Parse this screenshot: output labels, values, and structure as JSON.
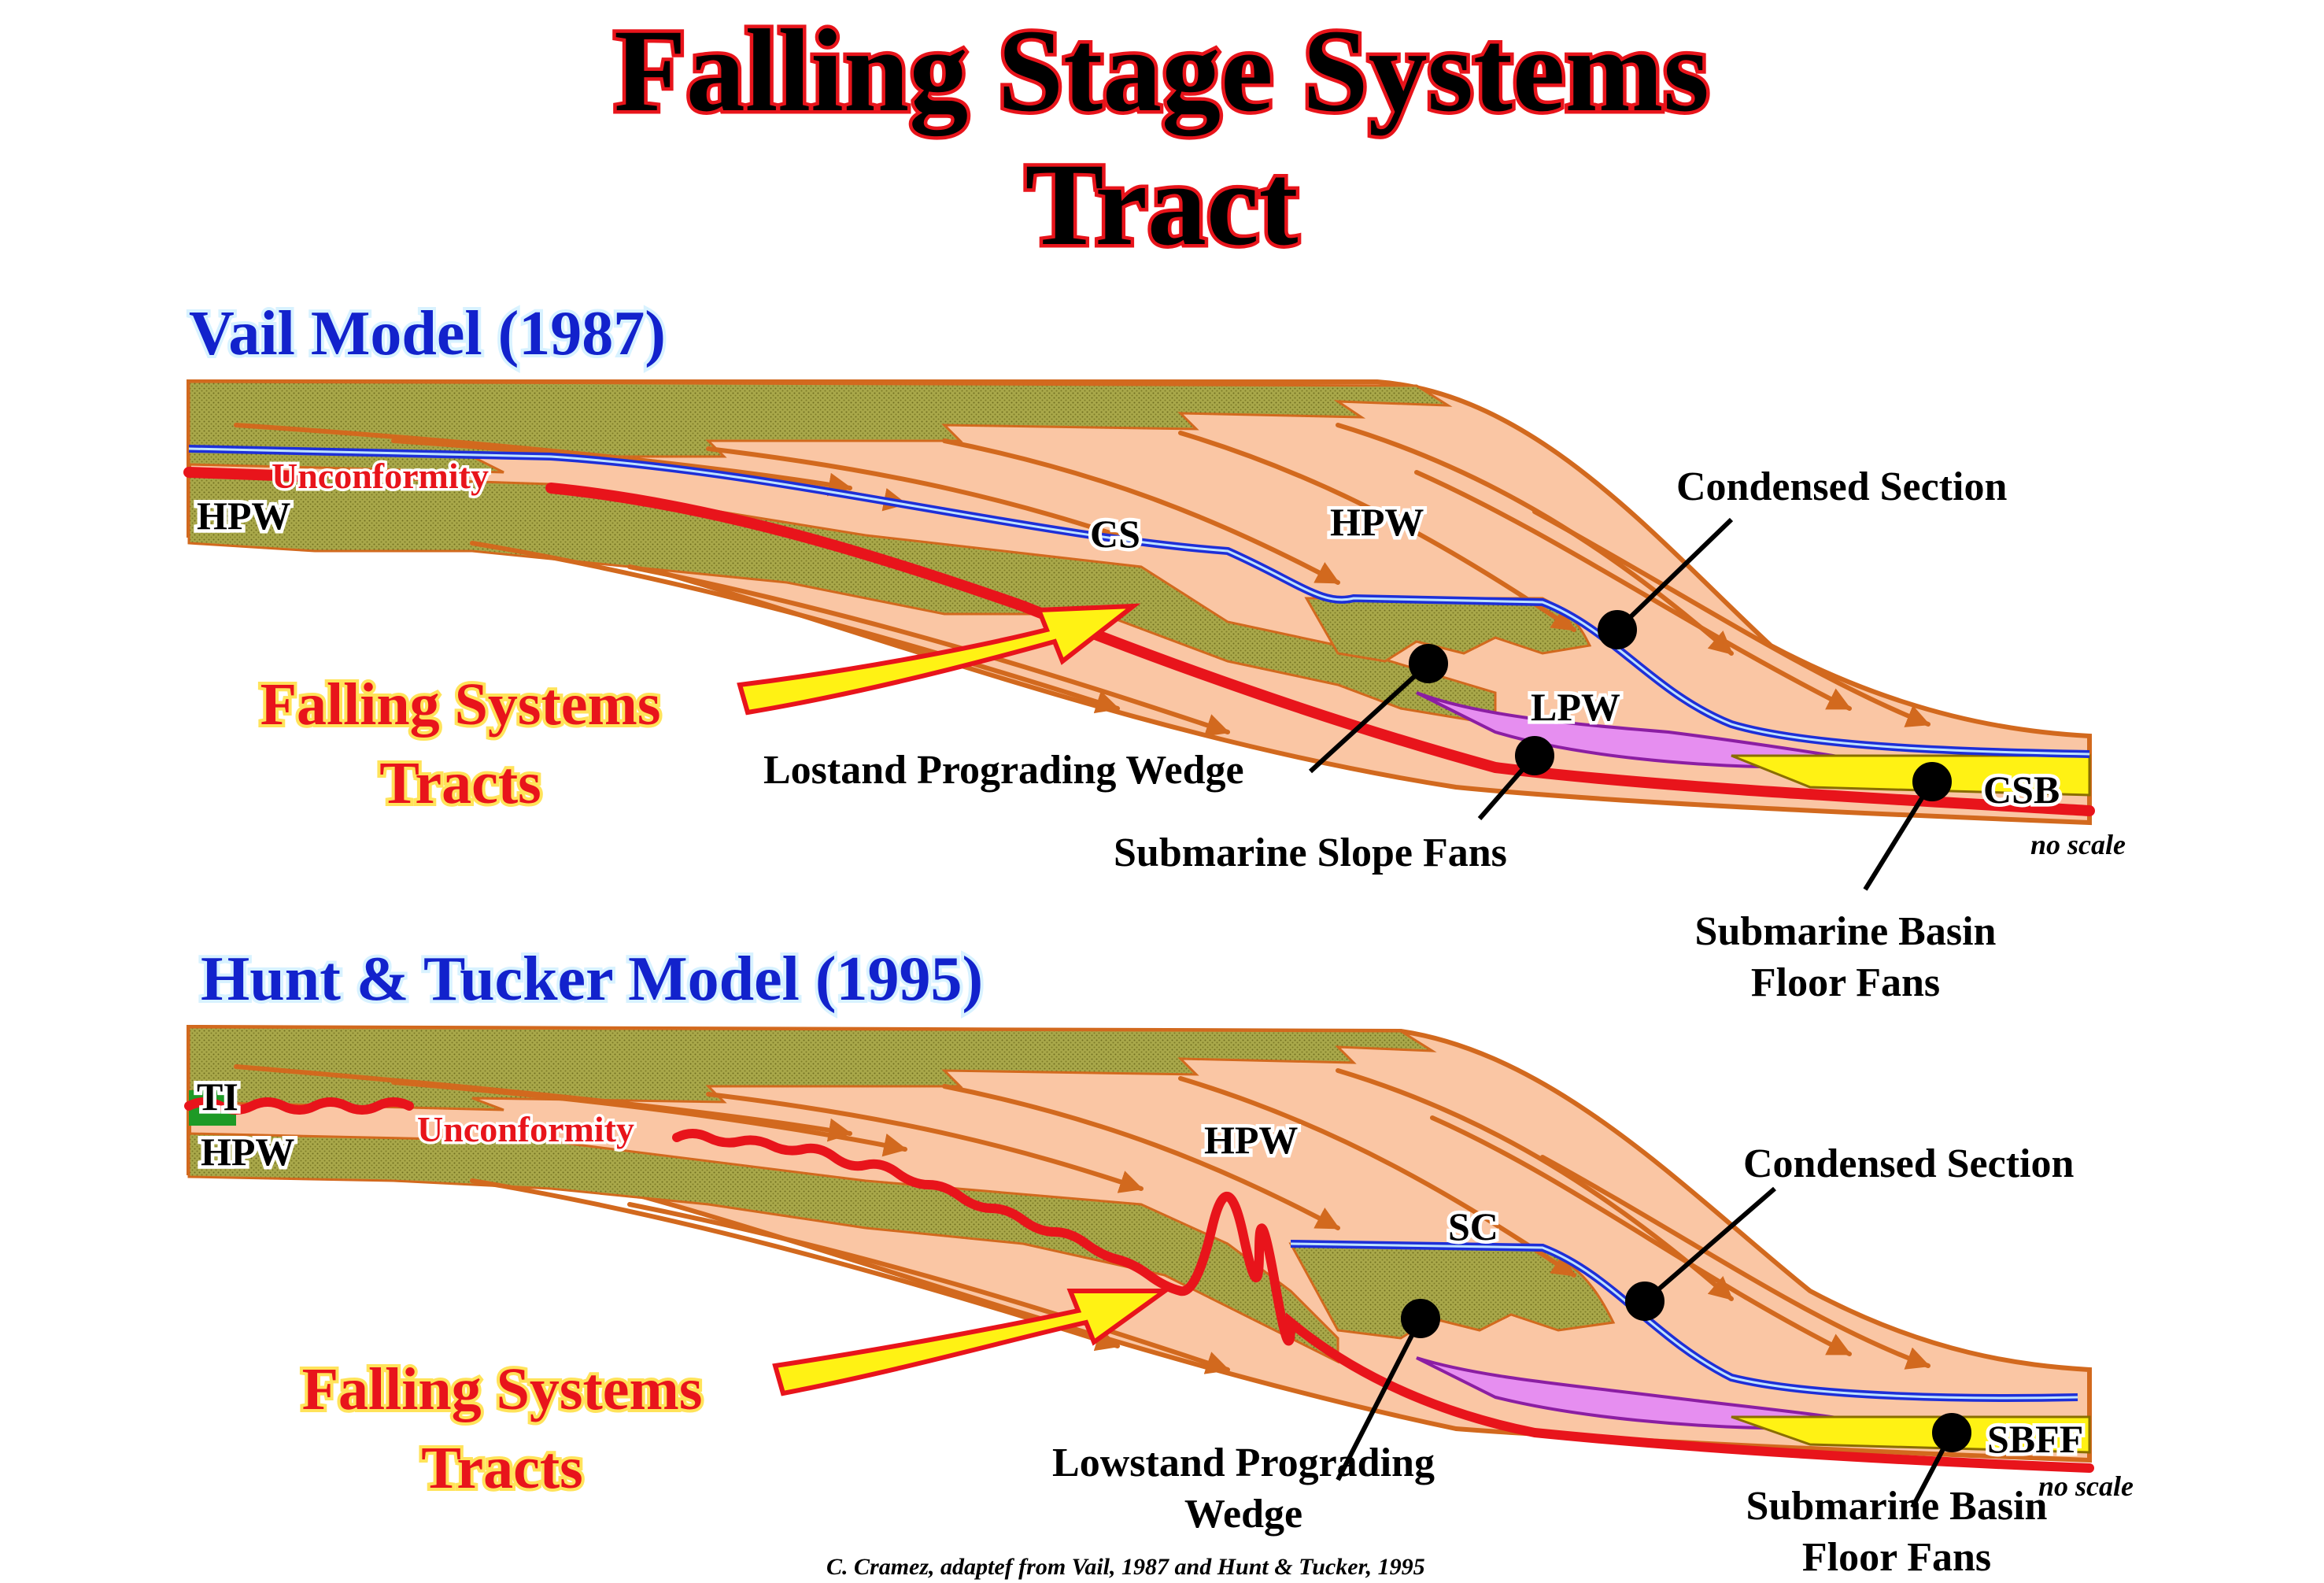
{
  "title_line1": "Falling Stage Systems",
  "title_line2": "Tract",
  "vail": {
    "heading": "Vail Model (1987)",
    "unconformity": "Unconformity",
    "hpw_left": "HPW",
    "hpw_mid": "HPW",
    "cs": "CS",
    "lpw": "LPW",
    "csb": "CSB",
    "condensed_section": "Condensed Section",
    "lostand_prograding_wedge": "Lostand Prograding Wedge",
    "submarine_slope_fans": "Submarine Slope Fans",
    "basin_floor_line1": "Submarine Basin",
    "basin_floor_line2": "Floor Fans",
    "falling_line1": "Falling Systems",
    "falling_line2": "Tracts",
    "no_scale": "no scale"
  },
  "hunt": {
    "heading": "Hunt & Tucker  Model (1995)",
    "ti": "TI",
    "hpw_left": "HPW",
    "unconformity": "Unconformity",
    "hpw_mid": "HPW",
    "sc": "SC",
    "sbff": "SBFF",
    "condensed_section": "Condensed Section",
    "lowstand_line1": "Lowstand Prograding",
    "lowstand_line2": "Wedge",
    "basin_floor_line1": "Submarine Basin",
    "basin_floor_line2": "Floor Fans",
    "falling_line1": "Falling Systems",
    "falling_line2": "Tracts",
    "no_scale": "no scale"
  },
  "credit": "C. Cramez, adaptef from  Vail, 1987 and  Hunt & Tucker, 1995",
  "colors": {
    "shelf_fill": "#fac6a4",
    "topset_fill": "#a9a84a",
    "slope_fan": "#e68ef0",
    "basin_fan": "#fff214",
    "unconformity_red": "#e8141b",
    "condensed_blue": "#1d2fd8",
    "clinoform_orange": "#d2691e"
  }
}
